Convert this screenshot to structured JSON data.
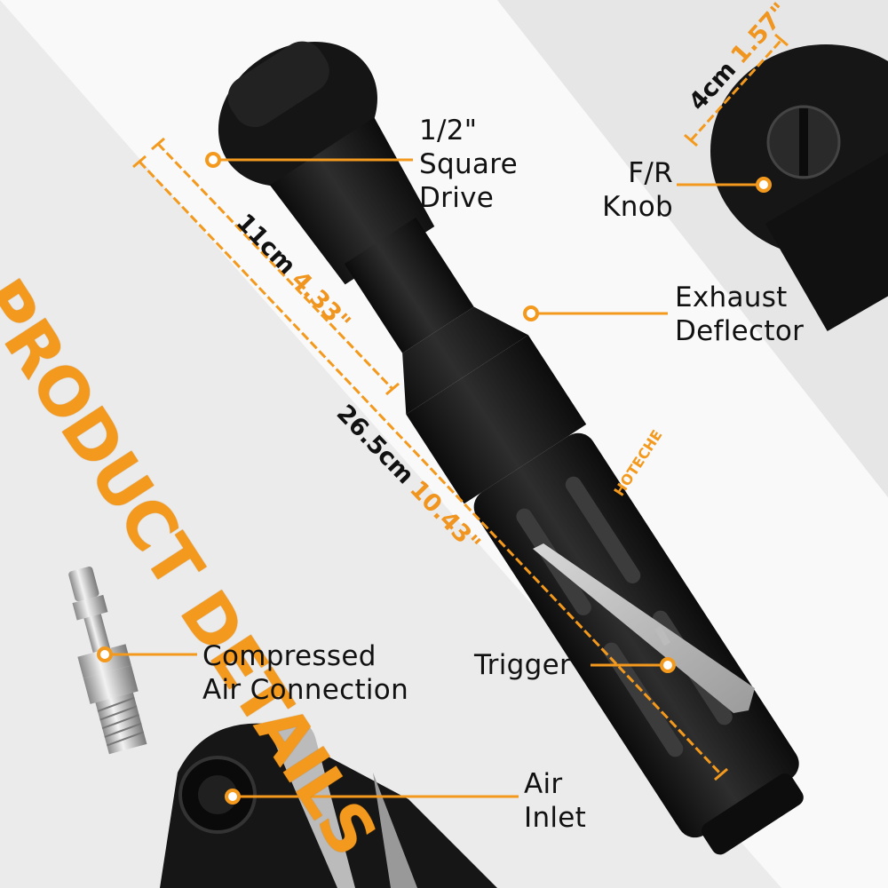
{
  "headline": "PRODUCT DETAILS",
  "brand": "HOTECHE",
  "labels": {
    "square_drive": [
      "1/2\"",
      "Square",
      "Drive"
    ],
    "fr_knob": [
      "F/R",
      "Knob"
    ],
    "exhaust": [
      "Exhaust",
      "Deflector"
    ],
    "trigger": "Trigger",
    "compressed_air": [
      "Compressed",
      "Air Connection"
    ],
    "air_inlet": [
      "Air",
      "Inlet"
    ]
  },
  "dimensions": {
    "width": {
      "cm": "4cm",
      "in": "1.57\""
    },
    "head": {
      "cm": "11cm",
      "in": "4.33\""
    },
    "total": {
      "cm": "26.5cm",
      "in": "10.43\""
    }
  },
  "colors": {
    "accent": "#f39a1e",
    "background": "#ebebeb",
    "band": "#f9f9f9",
    "tool": "#1a1a1a"
  }
}
